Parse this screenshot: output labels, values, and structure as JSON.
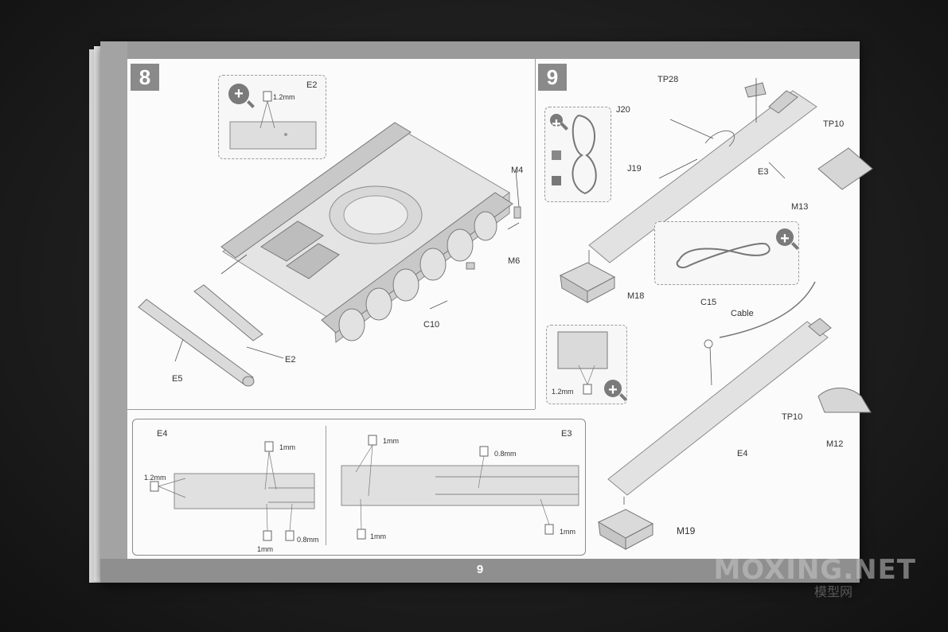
{
  "page": {
    "number": "9"
  },
  "step8": {
    "number": "8",
    "labels": {
      "e2_inset": "E2",
      "inset_size": "1.2mm",
      "m4": "M4",
      "m6": "M6",
      "c10": "C10",
      "e5": "E5",
      "e2": "E2"
    }
  },
  "step9": {
    "number": "9",
    "labels": {
      "tp28": "TP28",
      "j20": "J20",
      "j19": "J19",
      "tp10_top": "TP10",
      "e3": "E3",
      "m13": "M13",
      "m18": "M18",
      "c15": "C15",
      "cable": "Cable",
      "e4": "E4",
      "tp10_bottom": "TP10",
      "m12": "M12",
      "m19": "M19",
      "inset_size": "1.2mm"
    }
  },
  "detail": {
    "e4": {
      "title": "E4",
      "size_left": "1.2mm",
      "size_top": "1mm",
      "size_bottom": "1mm",
      "size_bottom_right": "0.8mm"
    },
    "e3": {
      "title": "E3",
      "size_top_left": "1mm",
      "size_top_mid": "0.8mm",
      "size_bottom_left": "1mm",
      "size_bottom_right": "1mm"
    }
  },
  "watermark": {
    "text": "MOXING.NET",
    "sub": "模型网"
  },
  "colors": {
    "background": "#1d1d1d",
    "page": "#fbfbfb",
    "band": "#9a9a9a",
    "part": "#dedede",
    "outline": "#8a8a8a"
  }
}
